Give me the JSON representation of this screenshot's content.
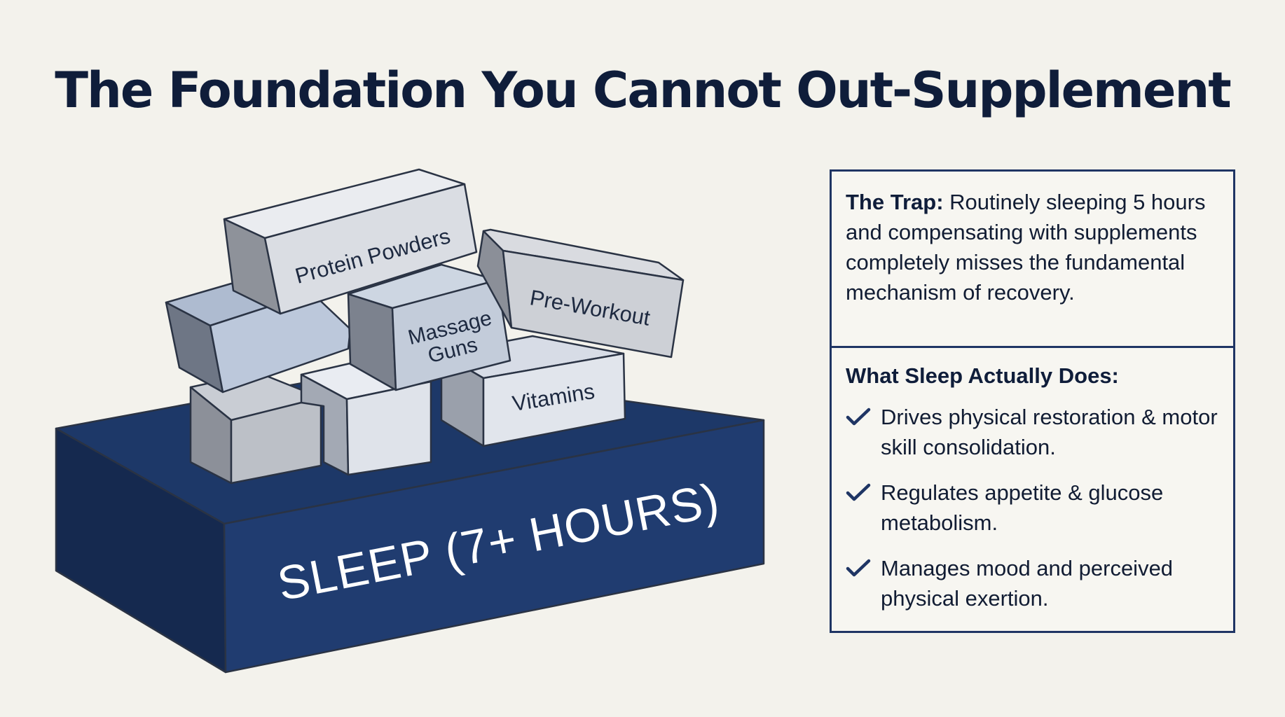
{
  "title": "The Foundation You Cannot Out-Supplement",
  "foundation": {
    "label": "SLEEP (7+ HOURS)"
  },
  "blocks": {
    "protein": "Protein Powders",
    "preworkout": "Pre-Workout",
    "massage_line1": "Massage",
    "massage_line2": "Guns",
    "vitamins": "Vitamins"
  },
  "trap": {
    "lead": "The Trap:",
    "text": "Routinely sleeping 5 hours and compensating with supplements completely misses the fundamental mechanism of recovery."
  },
  "does": {
    "heading": "What Sleep Actually Does:",
    "items": [
      "Drives physical restoration & motor skill consolidation.",
      "Regulates appetite & glucose metabolism.",
      "Manages mood and perceived physical exertion."
    ]
  },
  "colors": {
    "navy": "#1f3564",
    "background": "#f3f2ec"
  }
}
